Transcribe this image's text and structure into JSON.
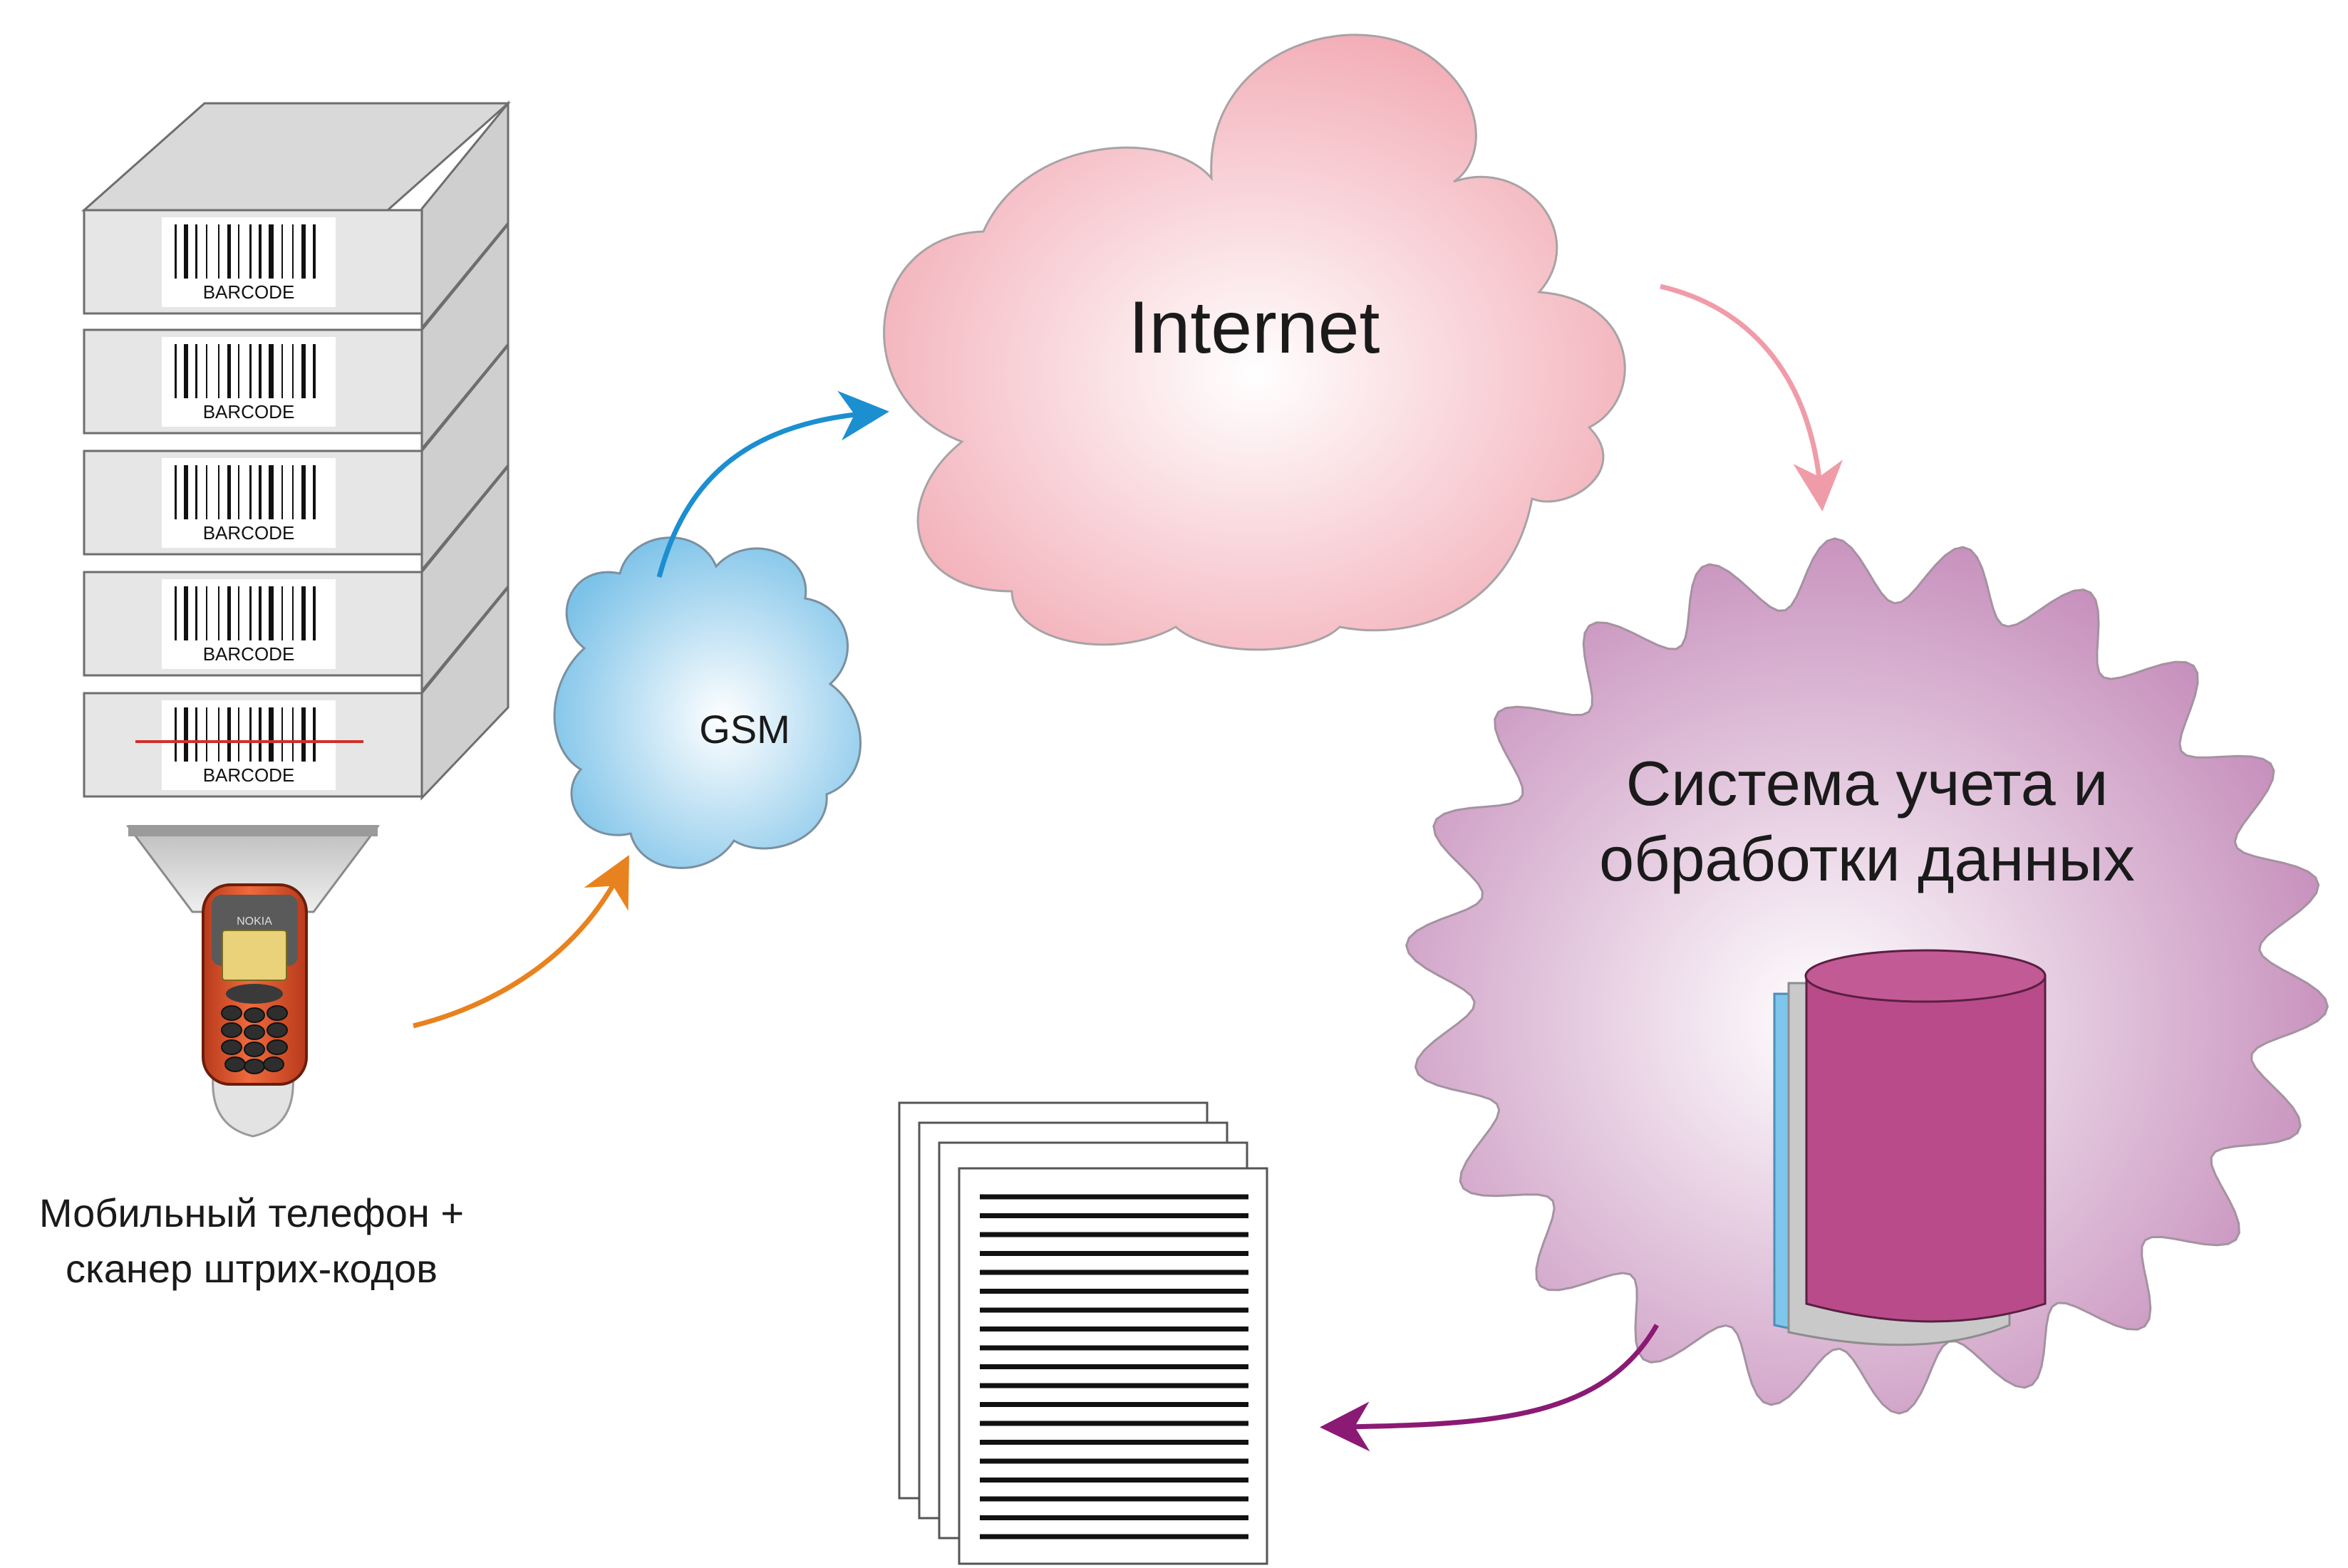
{
  "diagram": {
    "boxes": [
      {
        "barcode": "BARCODE"
      },
      {
        "barcode": "BARCODE"
      },
      {
        "barcode": "BARCODE"
      },
      {
        "barcode": "BARCODE"
      },
      {
        "barcode": "BARCODE"
      }
    ],
    "phone_brand": "NOKIA",
    "device_caption": {
      "line1": "Мобильный телефон +",
      "line2": "сканер штрих-кодов"
    },
    "gsm_label": "GSM",
    "internet_label": "Internet",
    "system_label": {
      "line1": "Система учета и",
      "line2": "обработки данных"
    },
    "colors": {
      "arrow_phone_to_gsm": "#e8821e",
      "arrow_gsm_to_internet": "#1b8fd0",
      "arrow_internet_to_system": "#f09ca8",
      "arrow_system_to_reports": "#8b1a74",
      "gsm_cloud": "#8ecbea",
      "internet_cloud": "#f2a9b3",
      "system_cloud": "#c98fbf",
      "database": "#b94b8a",
      "scan_line": "#d0302a"
    }
  }
}
